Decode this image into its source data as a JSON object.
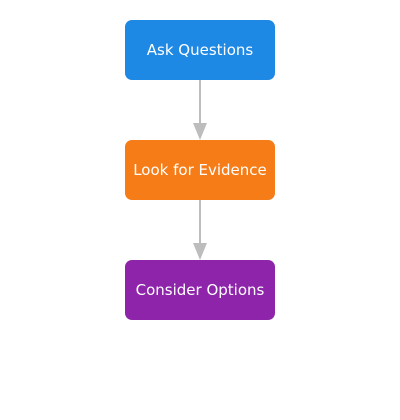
{
  "flow": {
    "steps": [
      {
        "label": "Ask Questions",
        "color": "#1E88E5"
      },
      {
        "label": "Look for Evidence",
        "color": "#F57C17"
      },
      {
        "label": "Consider Options",
        "color": "#8E24AA"
      }
    ],
    "connector_color": "#BDBDBD"
  }
}
